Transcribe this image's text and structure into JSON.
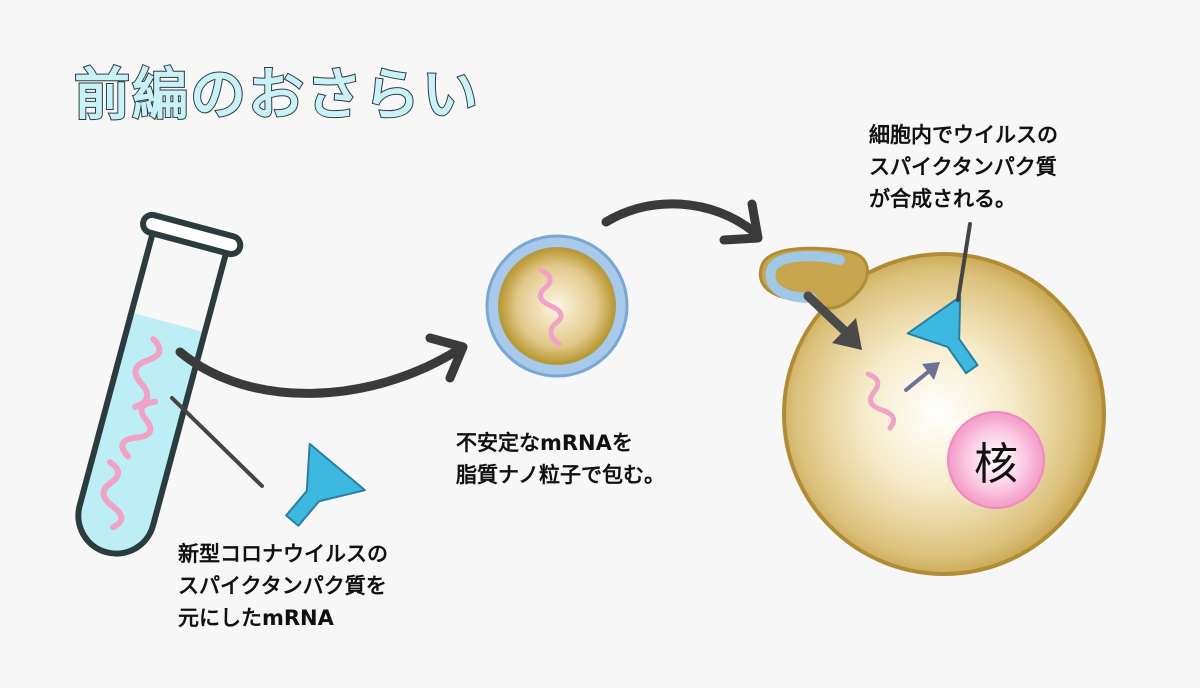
{
  "title": "前編のおさらい",
  "captions": {
    "mrna": [
      "新型コロナウイルスの",
      "スパイクタンパク質を",
      "元にしたmRNA"
    ],
    "lnp": [
      "不安定なmRNAを",
      "脂質ナノ粒子で包む。"
    ],
    "cell": [
      "細胞内でウイルスの",
      "スパイクタンパク質",
      "が合成される。"
    ]
  },
  "nucleus_label": "核",
  "colors": {
    "background": "#f7f7f7",
    "title_fill": "#c9f2f8",
    "liquid": "#bdeef5",
    "mrna_strand": "#f0a3c6",
    "spike_protein": "#3db8e0",
    "lipid_shell": "#a9c9ea",
    "cell_core": "#f3e3b8",
    "cell_membrane": "#c9a855",
    "nucleus": "#f59ac8",
    "arrow": "#3a3a3a",
    "small_arrow": "#6b7294"
  }
}
